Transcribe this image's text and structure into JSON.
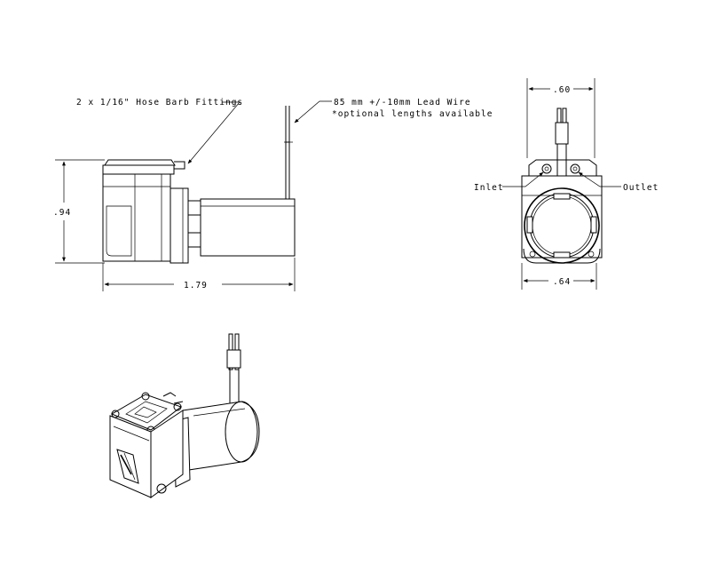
{
  "annotations": {
    "hose_barb": "2 x 1/16\" Hose Barb Fittings",
    "lead_wire_line1": "85 mm +/-10mm Lead Wire",
    "lead_wire_line2": "*optional lengths available",
    "inlet": "Inlet",
    "outlet": "Outlet"
  },
  "dimensions": {
    "height": ".94",
    "length": "1.79",
    "top_width": ".60",
    "bottom_width": ".64"
  }
}
